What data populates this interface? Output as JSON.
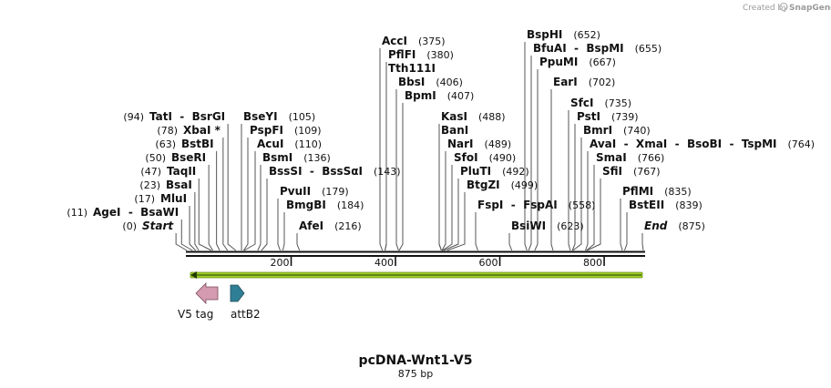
{
  "credit": {
    "text": "Created by",
    "brand": "SnapGene"
  },
  "plasmid": {
    "name": "pcDNA-Wnt1-V5",
    "size_label": "875 bp",
    "length": 875
  },
  "axis_ticks": [
    200,
    400,
    600,
    800
  ],
  "features": [
    {
      "label": "V5 tag",
      "direction": "reverse",
      "color": "#d49aaf"
    },
    {
      "label": "attB2",
      "direction": "forward",
      "color": "#2f7f96"
    }
  ],
  "orf": {
    "color": "#9ecf2a"
  },
  "sites": [
    {
      "name": "Start",
      "pos_label": "(0)",
      "pos": 0,
      "italic": true
    },
    {
      "name": "AgeI  -  BsaWI",
      "pos_label": "(11)",
      "pos": 11
    },
    {
      "name": "MluI",
      "pos_label": "(17)",
      "pos": 17
    },
    {
      "name": "BsaI",
      "pos_label": "(23)",
      "pos": 23
    },
    {
      "name": "TaqII",
      "pos_label": "(47)",
      "pos": 47
    },
    {
      "name": "BseRI",
      "pos_label": "(50)",
      "pos": 50
    },
    {
      "name": "BstBI",
      "pos_label": "(63)",
      "pos": 63
    },
    {
      "name": "XbaI *",
      "pos_label": "(78)",
      "pos": 78
    },
    {
      "name": "TatI  -  BsrGI",
      "pos_label": "(94)",
      "pos": 94
    },
    {
      "name": "BseYI",
      "pos_label": "(105)",
      "pos": 105
    },
    {
      "name": "PspFI",
      "pos_label": "(109)",
      "pos": 109
    },
    {
      "name": "AcuI",
      "pos_label": "(110)",
      "pos": 110
    },
    {
      "name": "BsmI",
      "pos_label": "(136)",
      "pos": 136
    },
    {
      "name": "BssSI  -  BssSαI",
      "pos_label": "(143)",
      "pos": 143
    },
    {
      "name": "PvuII",
      "pos_label": "(179)",
      "pos": 179
    },
    {
      "name": "BmgBI",
      "pos_label": "(184)",
      "pos": 184
    },
    {
      "name": "AfeI",
      "pos_label": "(216)",
      "pos": 216
    },
    {
      "name": "AccI",
      "pos_label": "(375)",
      "pos": 375
    },
    {
      "name": "PflFI",
      "pos_label": "(380)",
      "pos": 380
    },
    {
      "name": "Tth111I",
      "pos_label": "",
      "pos": 380
    },
    {
      "name": "BbsI",
      "pos_label": "(406)",
      "pos": 406
    },
    {
      "name": "BpmI",
      "pos_label": "(407)",
      "pos": 407
    },
    {
      "name": "KasI",
      "pos_label": "(488)",
      "pos": 488
    },
    {
      "name": "BanI",
      "pos_label": "",
      "pos": 488
    },
    {
      "name": "NarI",
      "pos_label": "(489)",
      "pos": 489
    },
    {
      "name": "SfoI",
      "pos_label": "(490)",
      "pos": 490
    },
    {
      "name": "PluTI",
      "pos_label": "(492)",
      "pos": 492
    },
    {
      "name": "BtgZI",
      "pos_label": "(499)",
      "pos": 499
    },
    {
      "name": "FspI  -  FspAI",
      "pos_label": "(558)",
      "pos": 558
    },
    {
      "name": "BsiWI",
      "pos_label": "(623)",
      "pos": 623
    },
    {
      "name": "BspHI",
      "pos_label": "(652)",
      "pos": 652
    },
    {
      "name": "BfuAI  -  BspMI",
      "pos_label": "(655)",
      "pos": 655
    },
    {
      "name": "PpuMI",
      "pos_label": "(667)",
      "pos": 667
    },
    {
      "name": "EarI",
      "pos_label": "(702)",
      "pos": 702
    },
    {
      "name": "SfcI",
      "pos_label": "(735)",
      "pos": 735
    },
    {
      "name": "PstI",
      "pos_label": "(739)",
      "pos": 739
    },
    {
      "name": "BmrI",
      "pos_label": "(740)",
      "pos": 740
    },
    {
      "name": "AvaI  -  XmaI  -  BsoBI  -  TspMI",
      "pos_label": "(764)",
      "pos": 764
    },
    {
      "name": "SmaI",
      "pos_label": "(766)",
      "pos": 766
    },
    {
      "name": "SfiI",
      "pos_label": "(767)",
      "pos": 767
    },
    {
      "name": "PflMI",
      "pos_label": "(835)",
      "pos": 835
    },
    {
      "name": "BstEII",
      "pos_label": "(839)",
      "pos": 839
    },
    {
      "name": "End",
      "pos_label": "(875)",
      "pos": 875,
      "italic": true
    }
  ]
}
